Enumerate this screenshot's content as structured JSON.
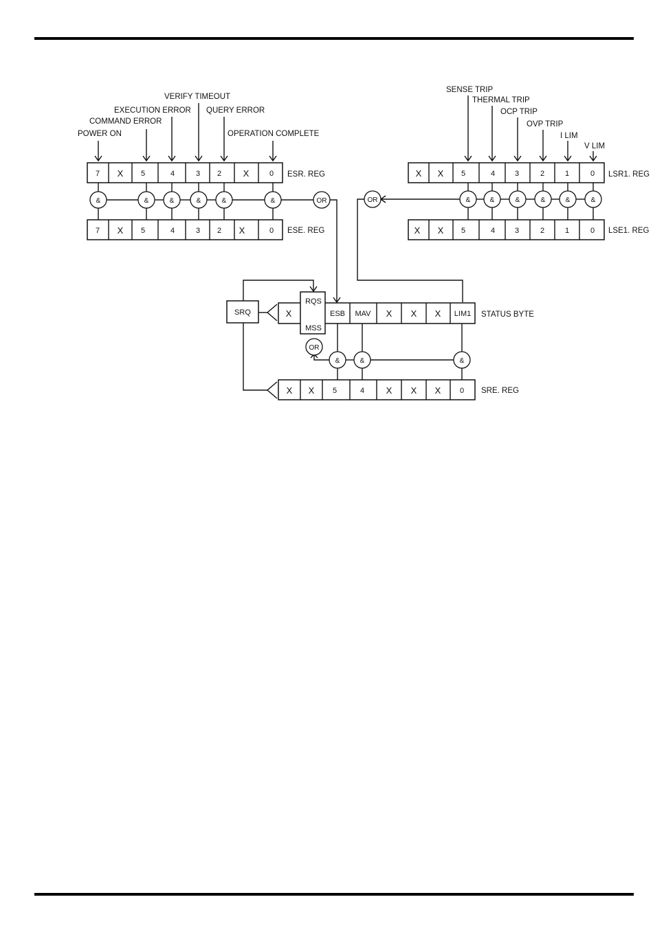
{
  "esr": {
    "name": "ESR. REG",
    "bits": [
      "7",
      "X",
      "5",
      "4",
      "3",
      "2",
      "X",
      "0"
    ],
    "events": [
      "POWER ON",
      "COMMAND ERROR",
      "EXECUTION ERROR",
      "VERIFY TIMEOUT",
      "QUERY ERROR",
      "OPERATION COMPLETE"
    ]
  },
  "ese": {
    "name": "ESE. REG",
    "bits": [
      "7",
      "X",
      "5",
      "4",
      "3",
      "2",
      "X",
      "0"
    ]
  },
  "lsr1": {
    "name": "LSR1. REG",
    "bits": [
      "X",
      "X",
      "5",
      "4",
      "3",
      "2",
      "1",
      "0"
    ],
    "events": [
      "SENSE TRIP",
      "THERMAL TRIP",
      "OCP TRIP",
      "OVP TRIP",
      "I LIM",
      "V LIM"
    ]
  },
  "lse1": {
    "name": "LSE1. REG",
    "bits": [
      "X",
      "X",
      "5",
      "4",
      "3",
      "2",
      "1",
      "0"
    ]
  },
  "status_byte": {
    "name": "STATUS BYTE",
    "bits": [
      "X",
      "ESB",
      "MAV",
      "X",
      "X",
      "X",
      "LIM1"
    ],
    "rqs": "RQS",
    "mss": "MSS"
  },
  "sre": {
    "name": "SRE. REG",
    "bits": [
      "X",
      "X",
      "5",
      "4",
      "X",
      "X",
      "X",
      "0"
    ]
  },
  "srq": "SRQ",
  "gate_and": "&",
  "gate_or": "OR"
}
